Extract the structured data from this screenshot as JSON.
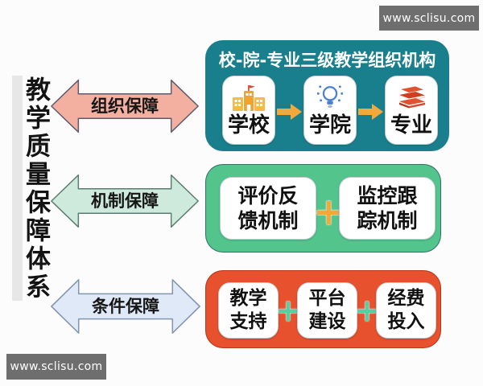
{
  "page": {
    "background": "#fcfcfc",
    "vertical_title": "教学质量保障体系"
  },
  "watermarks": {
    "top_right": "www.sclisu.com",
    "bottom_left": "www.sclisu.com",
    "bg_color": "#6e6e6e"
  },
  "guarantee_arrows": [
    {
      "label": "组织保障",
      "fill": "#f3afa0",
      "stroke": "#5c5c6e"
    },
    {
      "label": "机制保障",
      "fill": "#cdeadd",
      "stroke": "#5c7c70"
    },
    {
      "label": "条件保障",
      "fill": "#dfe9f7",
      "stroke": "#8295ad"
    }
  ],
  "org_panel": {
    "bg_color": "#1a7f8d",
    "title": "校-院-专业三级教学组织机构",
    "items": [
      {
        "label": "学校",
        "icon": "school-building-icon"
      },
      {
        "label": "学院",
        "icon": "lightbulb-icon"
      },
      {
        "label": "专业",
        "icon": "books-icon"
      }
    ],
    "flow_arrow_color": "#f2a93b"
  },
  "mechanism_panel": {
    "bg_color": "#53c48c",
    "items": [
      {
        "label": "评价反\n馈机制"
      },
      {
        "label": "监控跟\n踪机制"
      }
    ],
    "plus": "+",
    "plus_color": "#f2a93b"
  },
  "condition_panel": {
    "bg_color": "#e7512d",
    "items": [
      {
        "label": "教学\n支持"
      },
      {
        "label": "平台\n建设"
      },
      {
        "label": "经费\n投入"
      }
    ],
    "plus": "+",
    "plus_color": "#58cfa2"
  }
}
